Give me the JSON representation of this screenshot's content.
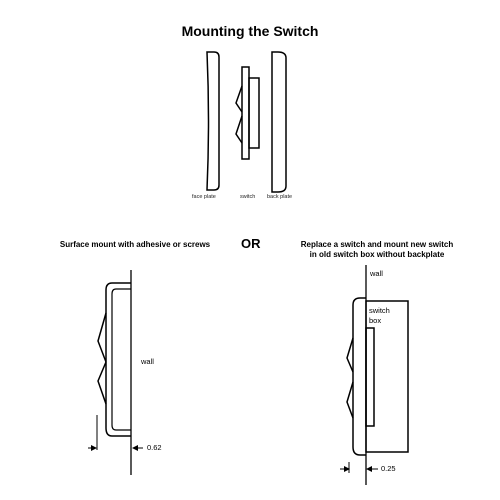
{
  "title": "Mounting the Switch",
  "top_diagram": {
    "face_plate": "face plate",
    "switch": "switch",
    "back_plate": "back plate"
  },
  "left_diagram": {
    "caption": "Surface mount with adhesive or screws",
    "wall": "wall",
    "dimension": "0.62"
  },
  "separator": "OR",
  "right_diagram": {
    "caption_line1": "Replace a switch and mount new switch",
    "caption_line2": "in old switch box without backplate",
    "wall": "wall",
    "box_line1": "switch",
    "box_line2": "box",
    "dimension": "0.25"
  }
}
